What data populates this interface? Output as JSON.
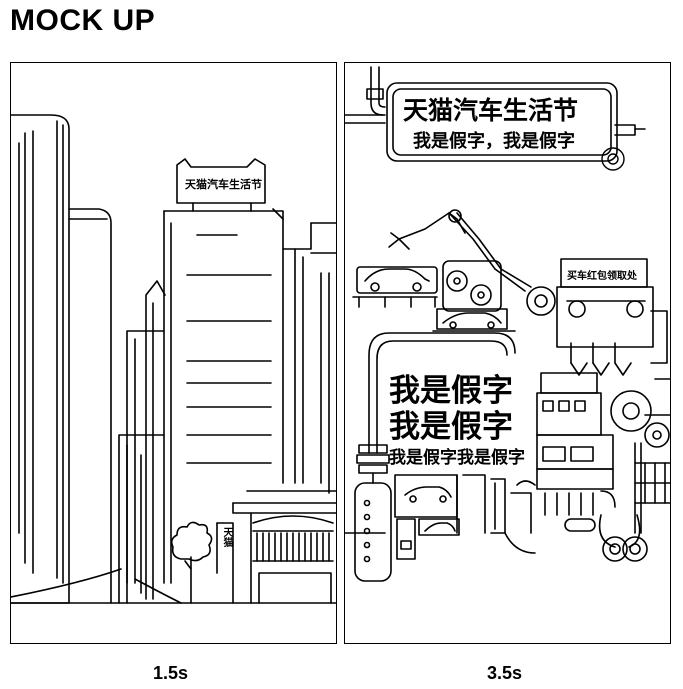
{
  "page": {
    "title": "MOCK UP"
  },
  "frames": [
    {
      "caption": "1.5s",
      "sign_text": "天猫汽车生活节",
      "shop_sign_text": "天猫"
    },
    {
      "caption": "3.5s",
      "banner_line1": "天猫汽车生活节",
      "banner_line2": "我是假字，我是假字",
      "kiosk_sign": "买车红包领取处",
      "big_text_line1": "我是假字",
      "big_text_line2": "我是假字",
      "big_text_line3": "我是假字我是假字"
    }
  ]
}
